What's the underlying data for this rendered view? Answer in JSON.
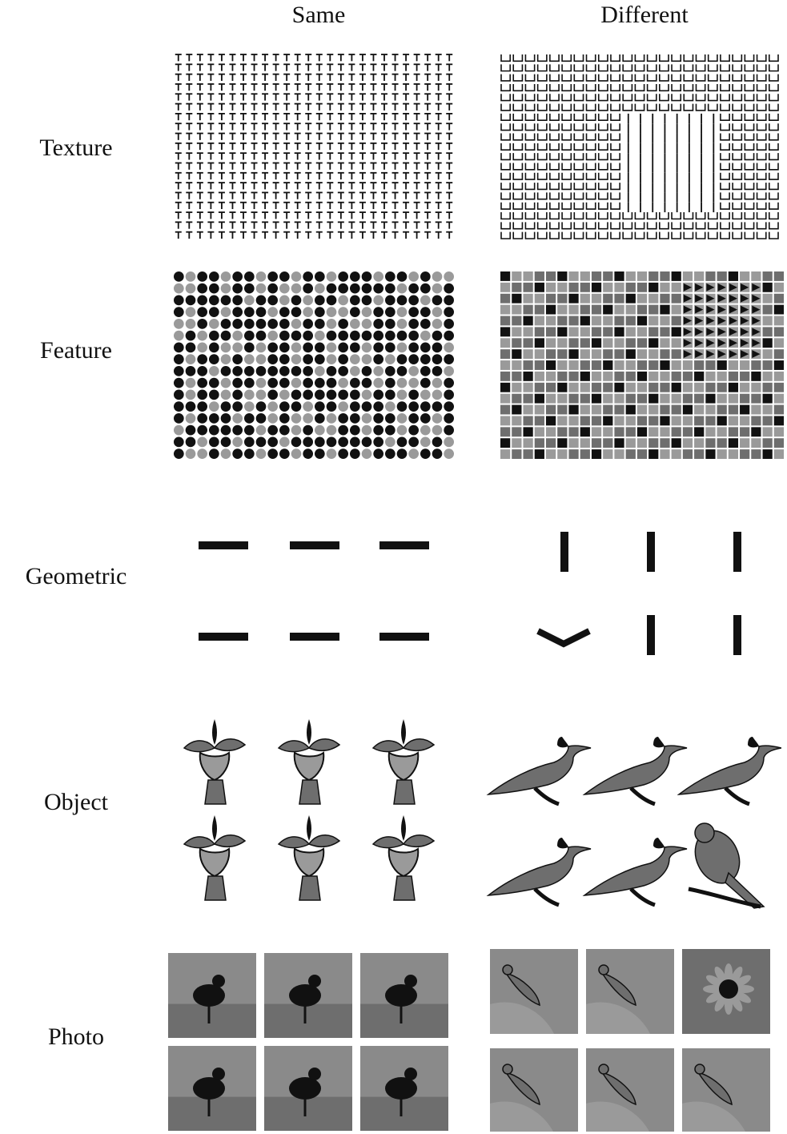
{
  "columns": {
    "same": "Same",
    "different": "Different"
  },
  "rows": [
    {
      "key": "texture",
      "label": "Texture",
      "same": {
        "content": "uniform texture field of T elements"
      },
      "different": {
        "content": "u elements with a vertical-line region"
      }
    },
    {
      "key": "feature",
      "label": "Feature",
      "same": {
        "content": "grid of dots"
      },
      "different": {
        "content": "grid of squares with a triangle region"
      }
    },
    {
      "key": "geometric",
      "label": "Geometric",
      "same": {
        "content": "six horizontal bars"
      },
      "different": {
        "content": "five vertical bars and one chevron"
      }
    },
    {
      "key": "object",
      "label": "Object",
      "same": {
        "content": "six identical flowers"
      },
      "different": {
        "content": "five kingfishers and one songbird"
      }
    },
    {
      "key": "photo",
      "label": "Photo",
      "same": {
        "content": "six identical bird photos"
      },
      "different": {
        "content": "five bird photos and one flower photo"
      }
    }
  ],
  "colors": {
    "ink": "#111111",
    "gray_light": "#9a9a9a",
    "gray_mid": "#6e6e6e",
    "photo_bg": "#8a8a8a"
  }
}
